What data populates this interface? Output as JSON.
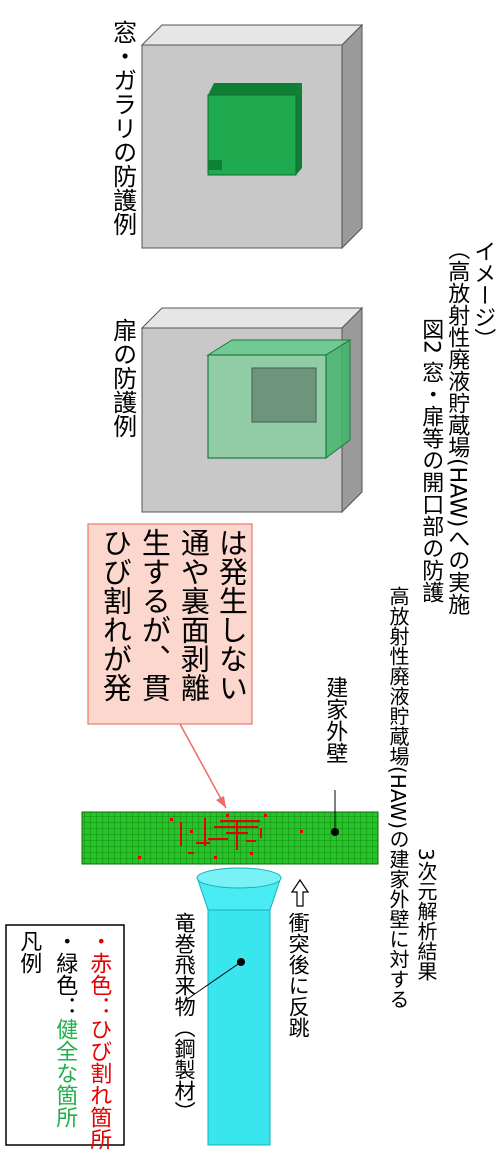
{
  "figure2": {
    "label_door": "扉の防護例",
    "label_window": "窓・ガラリの防護例",
    "caption_line1": "図2 窓・扉等の開口部の防護",
    "caption_line2": "（高放射性廃液貯蔵場(HAW)への実施",
    "caption_line3": "イメージ）"
  },
  "figure1": {
    "callout_line1": "ひび割れが発",
    "callout_line2": "生するが、貫",
    "callout_line3": "通や裏面剥離",
    "callout_line4": "は発生しない",
    "label_building_wall": "建家外壁",
    "label_missile": "竜巻飛来物（鋼製材）",
    "label_rebound": "衝突後に反跳",
    "caption_line1": "高放射性廃液貯蔵場(HAW)の建家外壁に対する",
    "caption_line2": "3次元解析結果"
  },
  "legend": {
    "title": "凡例",
    "green_prefix": "・緑色：",
    "green_text": "健全な箇所",
    "red_prefix": "・赤色：",
    "red_text": "ひび割れ箇所"
  },
  "colors": {
    "green_mesh": "#22bb22",
    "red_crack": "#e60000",
    "cyan_missile": "#33e6ee",
    "callout_fill": "#fbd7cd",
    "callout_border": "#e87a6a",
    "gray_block": "#c8c8c8",
    "panel_green": "#1faa50"
  }
}
